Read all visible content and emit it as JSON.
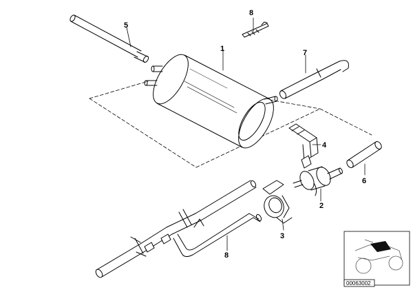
{
  "diagram": {
    "callouts": {
      "c1": "1",
      "c2": "2",
      "c3": "3",
      "c4": "4",
      "c5": "5",
      "c6": "6",
      "c7": "7",
      "c8": "8",
      "c9": "8"
    },
    "inset": {
      "code": "00063002"
    }
  }
}
